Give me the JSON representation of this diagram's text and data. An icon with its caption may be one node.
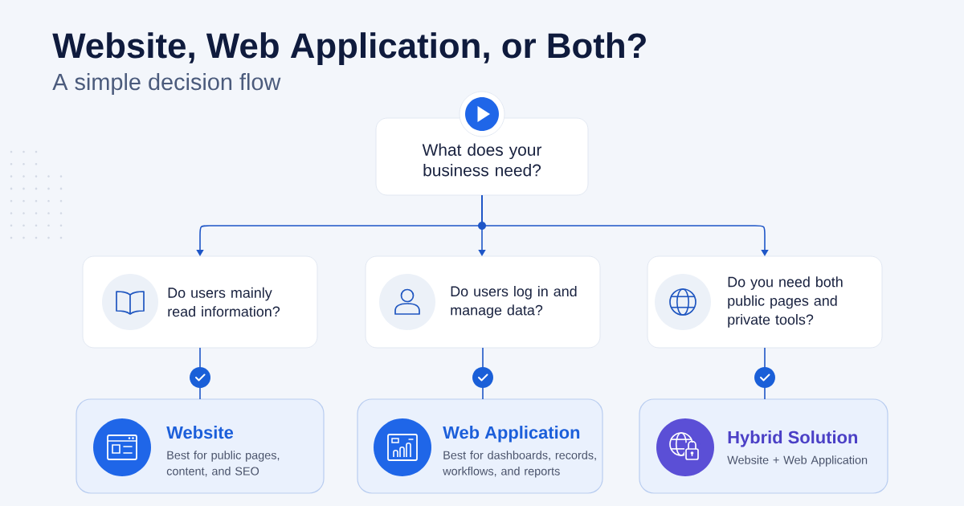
{
  "diagram": {
    "title": "Website, Web Application, or Both?",
    "nodes": [
      {
        "text": [
          "What does your business need?"
        ]
      },
      {
        "text": [
          "Do users mainly read information?"
        ]
      },
      {
        "text": [
          "Do users log in and manage data?"
        ]
      },
      {
        "text": [
          "Do you need both public pages and private tools?"
        ]
      },
      {
        "text": [
          "Website",
          "Best for public pages, content, and SEO"
        ]
      },
      {
        "text": [
          "Web Application",
          "Best for dashboards, records, workflows, and reports"
        ]
      },
      {
        "text": [
          "Hybrid Solution",
          "Website + Web Application"
        ]
      }
    ],
    "edges": [
      {
        "from": 0,
        "to": 1,
        "arrow": "to"
      },
      {
        "from": 0,
        "to": 2,
        "arrow": "to"
      },
      {
        "from": 0,
        "to": 3,
        "arrow": "to"
      },
      {
        "from": 1,
        "to": 4,
        "arrow": "none"
      },
      {
        "from": 2,
        "to": 5,
        "arrow": "none"
      },
      {
        "from": 3,
        "to": 6,
        "arrow": "none"
      }
    ],
    "labels": [
      "A simple decision flow"
    ]
  }
}
